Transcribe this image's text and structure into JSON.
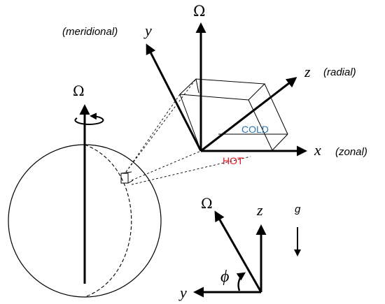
{
  "globe": {
    "omega": "Ω"
  },
  "frame": {
    "omega": "Ω",
    "y_axis": "y",
    "y_qualifier": "(meridional)",
    "z_axis": "z",
    "z_qualifier": "(radial)",
    "x_axis": "x",
    "x_qualifier": "(zonal)",
    "cold_label": "COLD",
    "hot_label": "HOT"
  },
  "inset": {
    "omega": "Ω",
    "z_axis": "z",
    "g_label": "g",
    "phi_label": "ϕ",
    "y_axis": "y"
  },
  "colors": {
    "cold": "#2e75b6",
    "hot": "#e8161a",
    "ink": "#000000"
  }
}
